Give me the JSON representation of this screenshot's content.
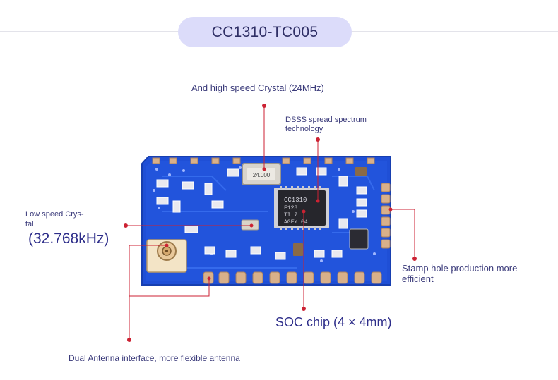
{
  "title": "CC1310-TC005",
  "callouts": {
    "high_speed_crystal": "And high speed Crystal (24MHz)",
    "dsss": "DSSS spread spectrum technology",
    "low_speed_crystal": "Low speed Crys-\ntal",
    "low_speed_freq": "(32.768kHz)",
    "stamp_hole": "Stamp hole production more efficient",
    "soc_chip": "SOC chip (4 × 4mm)",
    "antenna": "Dual Antenna interface, more flexible antenna"
  },
  "chip_marking": {
    "line1": "CC1310",
    "line2": "F128",
    "line3": "TI  7",
    "line4": "AGFY G4"
  },
  "crystal_marking": "24.000",
  "colors": {
    "pcb_blue": "#1f4fd6",
    "pad_gold": "#d8b08a",
    "callout_red": "#cc2233",
    "title_pill": "#dcdcfa"
  }
}
